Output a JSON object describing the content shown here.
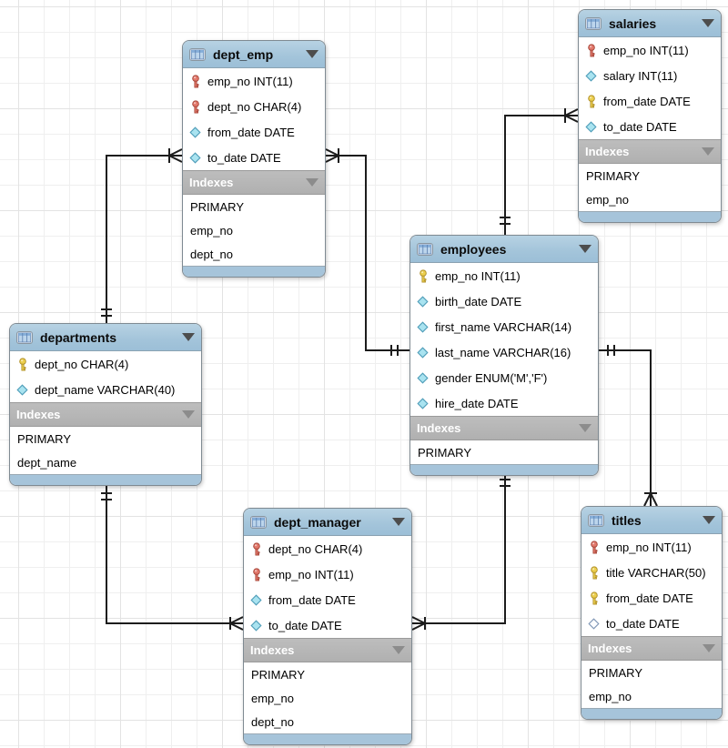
{
  "diagram": {
    "kind": "eer-diagram",
    "tables": [
      {
        "name": "dept_emp",
        "columns": [
          {
            "icon": "key-red-icon",
            "label": "emp_no INT(11)"
          },
          {
            "icon": "key-red-icon",
            "label": "dept_no CHAR(4)"
          },
          {
            "icon": "diamond-filled-icon",
            "label": "from_date DATE"
          },
          {
            "icon": "diamond-filled-icon",
            "label": "to_date DATE"
          }
        ],
        "indexes_title": "Indexes",
        "indexes": [
          "PRIMARY",
          "emp_no",
          "dept_no"
        ]
      },
      {
        "name": "salaries",
        "columns": [
          {
            "icon": "key-red-icon",
            "label": "emp_no INT(11)"
          },
          {
            "icon": "diamond-filled-icon",
            "label": "salary INT(11)"
          },
          {
            "icon": "key-yellow-icon",
            "label": "from_date DATE"
          },
          {
            "icon": "diamond-filled-icon",
            "label": "to_date DATE"
          }
        ],
        "indexes_title": "Indexes",
        "indexes": [
          "PRIMARY",
          "emp_no"
        ]
      },
      {
        "name": "employees",
        "columns": [
          {
            "icon": "key-yellow-icon",
            "label": "emp_no INT(11)"
          },
          {
            "icon": "diamond-filled-icon",
            "label": "birth_date DATE"
          },
          {
            "icon": "diamond-filled-icon",
            "label": "first_name VARCHAR(14)"
          },
          {
            "icon": "diamond-filled-icon",
            "label": "last_name VARCHAR(16)"
          },
          {
            "icon": "diamond-filled-icon",
            "label": "gender ENUM('M','F')"
          },
          {
            "icon": "diamond-filled-icon",
            "label": "hire_date DATE"
          }
        ],
        "indexes_title": "Indexes",
        "indexes": [
          "PRIMARY"
        ]
      },
      {
        "name": "departments",
        "columns": [
          {
            "icon": "key-yellow-icon",
            "label": "dept_no CHAR(4)"
          },
          {
            "icon": "diamond-filled-icon",
            "label": "dept_name VARCHAR(40)"
          }
        ],
        "indexes_title": "Indexes",
        "indexes": [
          "PRIMARY",
          "dept_name"
        ]
      },
      {
        "name": "dept_manager",
        "columns": [
          {
            "icon": "key-red-icon",
            "label": "dept_no CHAR(4)"
          },
          {
            "icon": "key-red-icon",
            "label": "emp_no INT(11)"
          },
          {
            "icon": "diamond-filled-icon",
            "label": "from_date DATE"
          },
          {
            "icon": "diamond-filled-icon",
            "label": "to_date DATE"
          }
        ],
        "indexes_title": "Indexes",
        "indexes": [
          "PRIMARY",
          "emp_no",
          "dept_no"
        ]
      },
      {
        "name": "titles",
        "columns": [
          {
            "icon": "key-red-icon",
            "label": "emp_no INT(11)"
          },
          {
            "icon": "key-yellow-icon",
            "label": "title VARCHAR(50)"
          },
          {
            "icon": "key-yellow-icon",
            "label": "from_date DATE"
          },
          {
            "icon": "diamond-open-icon",
            "label": "to_date DATE"
          }
        ],
        "indexes_title": "Indexes",
        "indexes": [
          "PRIMARY",
          "emp_no"
        ]
      }
    ],
    "relationships": [
      {
        "many_side": "dept_emp",
        "one_side": "departments",
        "many_notation": "crow-foot-bar",
        "one_notation": "double-bar"
      },
      {
        "many_side": "dept_emp",
        "one_side": "employees",
        "many_notation": "crow-foot-bar",
        "one_notation": "double-bar"
      },
      {
        "many_side": "salaries",
        "one_side": "employees",
        "many_notation": "crow-foot-bar",
        "one_notation": "double-bar"
      },
      {
        "many_side": "titles",
        "one_side": "employees",
        "many_notation": "crow-foot-bar",
        "one_notation": "double-bar"
      },
      {
        "many_side": "dept_manager",
        "one_side": "employees",
        "many_notation": "crow-foot-bar",
        "one_notation": "double-bar"
      },
      {
        "many_side": "dept_manager",
        "one_side": "departments",
        "many_notation": "crow-foot-bar",
        "one_notation": "double-bar"
      }
    ],
    "colors": {
      "header_fill": "#a3c4da",
      "footer_fill": "#a6c4da",
      "indexes_fill": "#b0b0b0",
      "connector": "#1c1c1c",
      "grid_minor": "#efefef",
      "grid_major": "#e3e3e3",
      "key_red": "#e3796c",
      "key_yellow": "#eccf4e",
      "diamond_cyan": "#a9e3f0"
    }
  }
}
